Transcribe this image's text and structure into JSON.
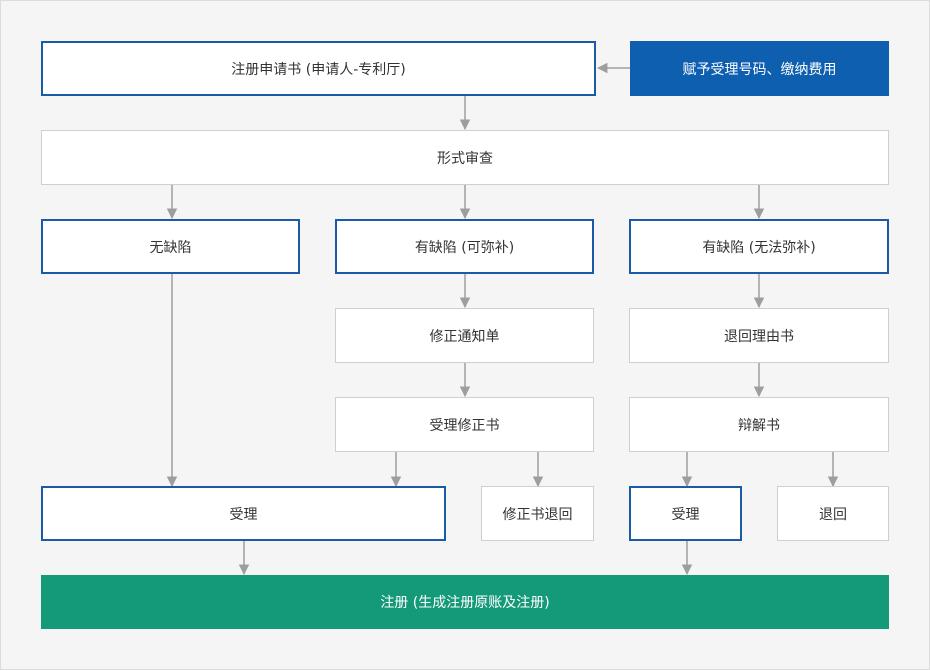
{
  "nodes": {
    "application": "注册申请书 (申请人-专利厅)",
    "assign_number": "赋予受理号码、缴纳费用",
    "formal_review": "形式审查",
    "no_defect": "无缺陷",
    "defect_fixable": "有缺陷 (可弥补)",
    "defect_unfixable": "有缺陷 (无法弥补)",
    "correction_notice": "修正通知单",
    "return_reason": "退回理由书",
    "accept_correction": "受理修正书",
    "defense": "辩解书",
    "accept_left": "受理",
    "correction_returned": "修正书退回",
    "accept_right": "受理",
    "returned": "退回",
    "registration": "注册 (生成注册原账及注册)"
  },
  "colors": {
    "blue_border": "#1a5aa7",
    "blue_fill": "#0f5fb0",
    "green_fill": "#149a78",
    "gray_border": "#cfcfcf",
    "connector": "#9e9e9e"
  }
}
